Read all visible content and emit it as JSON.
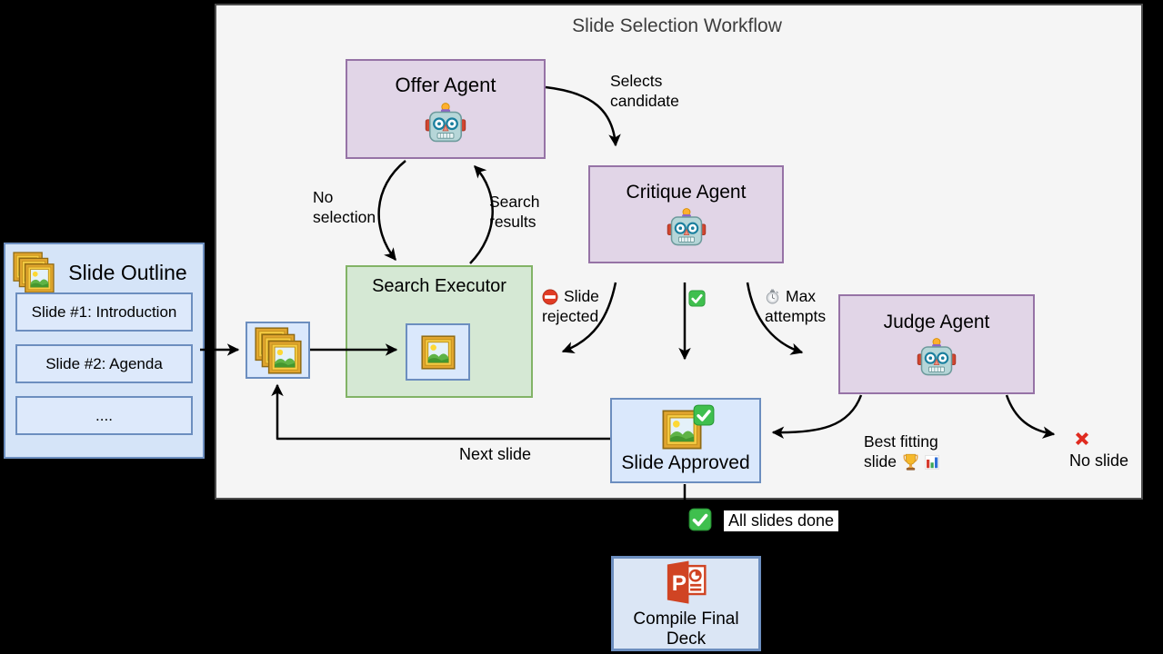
{
  "diagram": {
    "title": "Slide Selection Workflow",
    "nodes": {
      "offer_agent": {
        "label": "Offer Agent"
      },
      "critique_agent": {
        "label": "Critique Agent"
      },
      "judge_agent": {
        "label": "Judge Agent"
      },
      "search_executor": {
        "label": "Search Executor"
      },
      "slide_approved": {
        "label": "Slide Approved"
      },
      "compile_final_deck": {
        "label": "Compile Final Deck"
      }
    },
    "slide_outline": {
      "title": "Slide Outline",
      "items": [
        "Slide #1: Introduction",
        "Slide #2: Agenda",
        "...."
      ]
    },
    "edge_labels": {
      "selects_candidate": [
        "Selects",
        "candidate"
      ],
      "no_selection": [
        "No",
        "selection"
      ],
      "search_results": [
        "Search",
        "results"
      ],
      "slide_rejected": [
        "Slide",
        "rejected"
      ],
      "max_attempts": [
        "Max",
        "attempts"
      ],
      "best_fitting": [
        "Best fitting",
        "slide"
      ],
      "no_slide": "No slide",
      "next_slide": "Next slide",
      "all_slides_done": "All slides done"
    },
    "icons": {
      "robot-icon": "🤖",
      "framed-picture-icon": "🖼️",
      "stacked-slides-icon": "🖼️🖼️🖼️",
      "check-icon": "✅",
      "no-entry-icon": "⛔",
      "stopwatch-icon": "⏱️",
      "trophy-icon": "🏆",
      "bar-chart-icon": "📊",
      "cross-mark-icon": "❌",
      "powerpoint-icon": "PowerPoint logo"
    },
    "colors": {
      "agent_fill": "#e1d5e7",
      "agent_border": "#9673a6",
      "executor_fill": "#d5e8d4",
      "executor_border": "#82b366",
      "blue_fill": "#dae8fc",
      "blue_border": "#6c8ebf",
      "panel_fill": "#f5f5f5",
      "canvas_bg": "#000000",
      "arrow": "#000000"
    }
  }
}
